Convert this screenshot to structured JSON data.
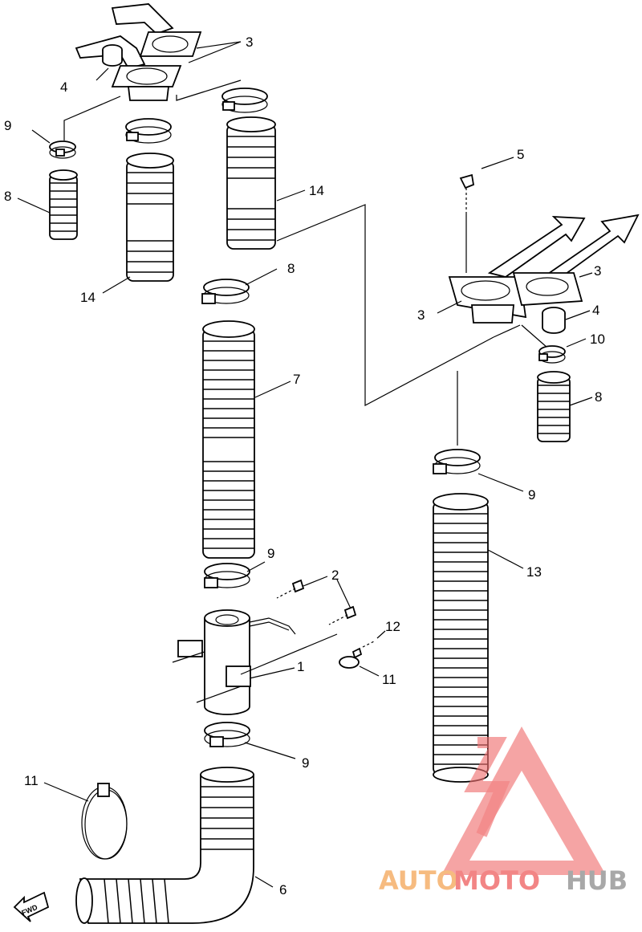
{
  "parts": [
    {
      "key": "p1",
      "label": "1"
    },
    {
      "key": "p2",
      "label": "2"
    },
    {
      "key": "p3a",
      "label": "3"
    },
    {
      "key": "p3b",
      "label": "3"
    },
    {
      "key": "p3c",
      "label": "3"
    },
    {
      "key": "p4a",
      "label": "4"
    },
    {
      "key": "p4b",
      "label": "4"
    },
    {
      "key": "p5",
      "label": "5"
    },
    {
      "key": "p6",
      "label": "6"
    },
    {
      "key": "p7",
      "label": "7"
    },
    {
      "key": "p8a",
      "label": "8"
    },
    {
      "key": "p8b",
      "label": "8"
    },
    {
      "key": "p9a",
      "label": "9"
    },
    {
      "key": "p9b",
      "label": "9"
    },
    {
      "key": "p9c",
      "label": "9"
    },
    {
      "key": "p9d",
      "label": "9"
    },
    {
      "key": "p10a",
      "label": "10"
    },
    {
      "key": "p10b",
      "label": "10"
    },
    {
      "key": "p11a",
      "label": "11"
    },
    {
      "key": "p11b",
      "label": "11"
    },
    {
      "key": "p12",
      "label": "12"
    },
    {
      "key": "p13",
      "label": "13"
    },
    {
      "key": "p14a",
      "label": "14"
    },
    {
      "key": "p14b",
      "label": "14"
    }
  ],
  "fwd_label": "FWD",
  "watermark": {
    "part1": "AUTO",
    "part2": "MOTO",
    "part3": "HUB",
    "color_orange": "#f5b06a",
    "color_red": "#f07070",
    "color_gray": "#9a9a9a"
  }
}
